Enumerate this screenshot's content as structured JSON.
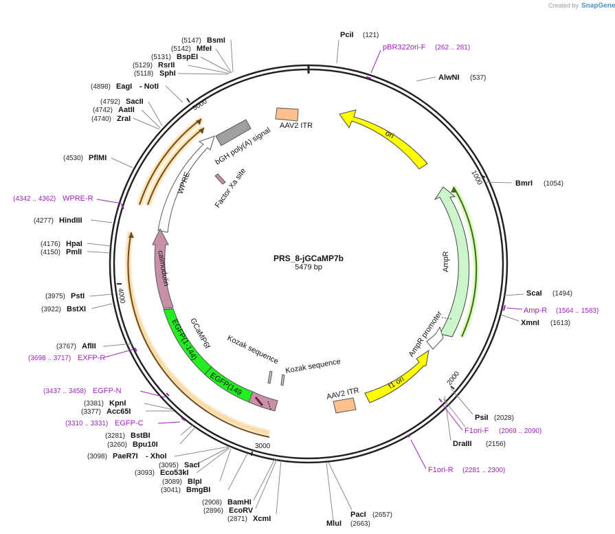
{
  "brand": {
    "created_by": "Created by",
    "name": "SnapGene"
  },
  "plasmid": {
    "name": "PRS_8-jGCaMP7b",
    "size_label": "5479 bp"
  },
  "ticks": [
    "1000",
    "2000",
    "3000",
    "4000",
    "5000"
  ],
  "features": {
    "ori": "ori",
    "ampr": "AmpR",
    "ampr_promoter": "AmpR promoter",
    "f1_ori": "f1 ori",
    "aav2_itr_top": "AAV2 ITR",
    "aav2_itr_bottom": "AAV2 ITR",
    "bgh": "bGH poly(A) signal",
    "factor_xa": "Factor Xa site",
    "wpre": "WPRE",
    "calmodulin": "calmodulin",
    "gcamp6f": "GCaMP6f",
    "egfp1": "EGFP(1-144)",
    "egfp2": "EGFP(149",
    "kozak1": "Kozak sequence",
    "kozak2": "Kozak sequence"
  },
  "sites": [
    {
      "name": "PciI",
      "pos": "(121)"
    },
    {
      "name": "AlwNI",
      "pos": "(537)"
    },
    {
      "name": "BmrI",
      "pos": "(1054)"
    },
    {
      "name": "ScaI",
      "pos": "(1494)"
    },
    {
      "name": "XmnI",
      "pos": "(1613)"
    },
    {
      "name": "PsiI",
      "pos": "(2028)"
    },
    {
      "name": "DraIII",
      "pos": "(2156)"
    },
    {
      "name": "PacI",
      "pos": "(2657)"
    },
    {
      "name": "MluI",
      "pos": "(2663)"
    },
    {
      "name": "XcmI",
      "pos": "(2871)"
    },
    {
      "name": "EcoRV",
      "pos": "(2896)"
    },
    {
      "name": "BamHI",
      "pos": "(2908)"
    },
    {
      "name": "BmgBI",
      "pos": "(3041)"
    },
    {
      "name": "BlpI",
      "pos": "(3089)"
    },
    {
      "name": "Eco53kI",
      "pos": "(3093)"
    },
    {
      "name": "SacI",
      "pos": "(3095)"
    },
    {
      "name": "PaeR7I",
      "pos": "(3098)"
    },
    {
      "name": "XhoI",
      "pos": ""
    },
    {
      "name": "Bpu10I",
      "pos": "(3260)"
    },
    {
      "name": "BstBI",
      "pos": "(3281)"
    },
    {
      "name": "Acc65I",
      "pos": "(3377)"
    },
    {
      "name": "KpnI",
      "pos": "(3381)"
    },
    {
      "name": "AflII",
      "pos": "(3767)"
    },
    {
      "name": "BstXI",
      "pos": "(3922)"
    },
    {
      "name": "PstI",
      "pos": "(3975)"
    },
    {
      "name": "PmlI",
      "pos": "(4150)"
    },
    {
      "name": "HpaI",
      "pos": "(4176)"
    },
    {
      "name": "HindIII",
      "pos": "(4277)"
    },
    {
      "name": "PflMI",
      "pos": "(4530)"
    },
    {
      "name": "ZraI",
      "pos": "(4740)"
    },
    {
      "name": "AatII",
      "pos": "(4742)"
    },
    {
      "name": "SacII",
      "pos": "(4792)"
    },
    {
      "name": "EagI",
      "pos": "(4898)"
    },
    {
      "name": "NotI",
      "pos": ""
    },
    {
      "name": "SphI",
      "pos": "(5118)"
    },
    {
      "name": "RsrII",
      "pos": "(5129)"
    },
    {
      "name": "BspEI",
      "pos": "(5131)"
    },
    {
      "name": "MfeI",
      "pos": "(5142)"
    },
    {
      "name": "BsmI",
      "pos": "(5147)"
    }
  ],
  "primers": [
    {
      "name": "pBR322ori-F",
      "range": "(262 .. 281)"
    },
    {
      "name": "Amp-R",
      "range": "(1564 .. 1583)"
    },
    {
      "name": "F1ori-F",
      "range": "(2069 .. 2090)"
    },
    {
      "name": "F1ori-R",
      "range": "(2281 .. 2300)"
    },
    {
      "name": "EGFP-C",
      "range": "(3310 .. 3331)"
    },
    {
      "name": "EGFP-N",
      "range": "(3437 .. 3458)"
    },
    {
      "name": "EXFP-R",
      "range": "(3698 .. 3717)"
    },
    {
      "name": "WPRE-R",
      "range": "(4342 .. 4362)"
    }
  ],
  "colors": {
    "ori": "#ffff00",
    "ampr": "#ccf5cc",
    "itr": "#ffc090",
    "bgh": "#a0a0a0",
    "calmodulin": "#c890a8",
    "egfp": "#22ee22",
    "wpre": "#ffffff",
    "orange_glow": "#f0b040",
    "primer": "#a020c0"
  }
}
